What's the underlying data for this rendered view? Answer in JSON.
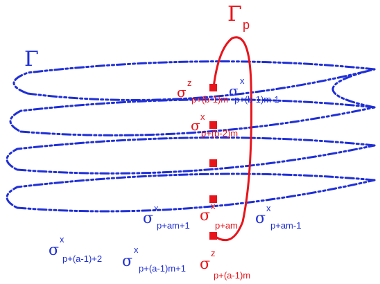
{
  "labels": {
    "gamma_p_symbol": "Γ",
    "gamma_p_sub": "p",
    "gamma_symbol": "Γ",
    "sigma": "σ",
    "sz_top_sup": "z",
    "sz_top_sub": "p+(b-1)m",
    "sx_top_right_sup": "x",
    "sx_top_right_sub": "p+(b-1)m-1",
    "sx_second_sup": "x",
    "sx_second_sub": "p+(b-2)m",
    "sx_am_plus1_sup": "x",
    "sx_am_plus1_sub": "p+am+1",
    "sx_am_sup": "x",
    "sx_am_sub": "p+am",
    "sx_am_minus1_sup": "x",
    "sx_am_minus1_sub": "p+am-1",
    "sx_a1_plus2_sup": "x",
    "sx_a1_plus2_sub": "p+(a-1)+2",
    "sx_a1m_plus1_sup": "x",
    "sx_a1m_plus1_sub": "p+(a-1)m+1",
    "sz_bottom_sup": "z",
    "sz_bottom_sub": "p+(a-1)m"
  },
  "colors": {
    "helix": "#1f2fd6",
    "loop": "#e8141b",
    "red_text": "#e8141b",
    "blue_text": "#1f2fd6"
  }
}
